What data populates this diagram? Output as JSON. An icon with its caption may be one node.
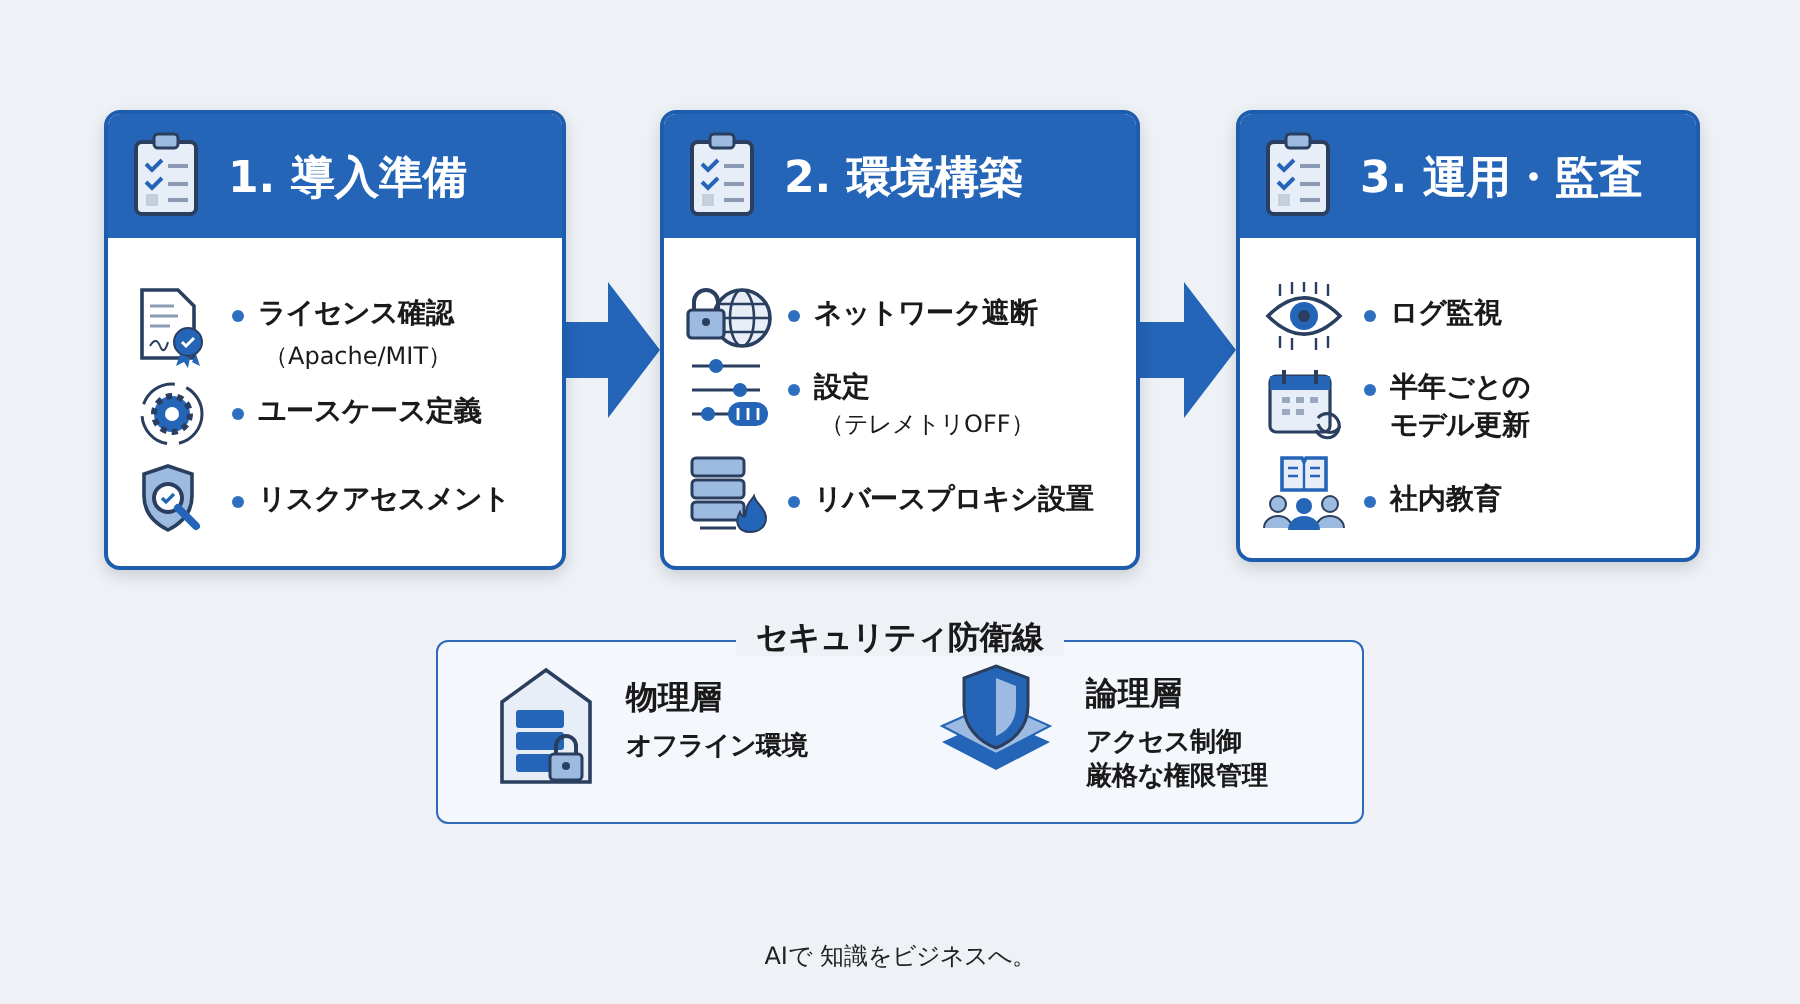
{
  "diagram": {
    "nodes": [
      {
        "text": [
          "1. 導入準備",
          "ライセンス確認",
          "（Apache/MIT）",
          "ユースケース定義",
          "リスクアセスメント"
        ]
      },
      {
        "text": [
          "2. 環境構築",
          "ネットワーク遮断",
          "設定",
          "（テレメトリOFF）",
          "リバースプロキシ設置"
        ]
      },
      {
        "text": [
          "3. 運用・監査",
          "ログ監視",
          "半年ごとのモデル更新",
          "社内教育"
        ]
      },
      {
        "text": [
          "セキュリティ防衛線"
        ]
      },
      {
        "text": [
          "物理層",
          "オフライン環境"
        ],
        "in": 3
      },
      {
        "text": [
          "論理層",
          "アクセス制御",
          "厳格な権限管理"
        ],
        "in": 3
      }
    ],
    "edges": [
      {
        "from": 0,
        "to": 1,
        "arrow": "to"
      },
      {
        "from": 1,
        "to": 2,
        "arrow": "to"
      }
    ],
    "labels": [
      "AIで 知識をビジネスへ。"
    ]
  }
}
